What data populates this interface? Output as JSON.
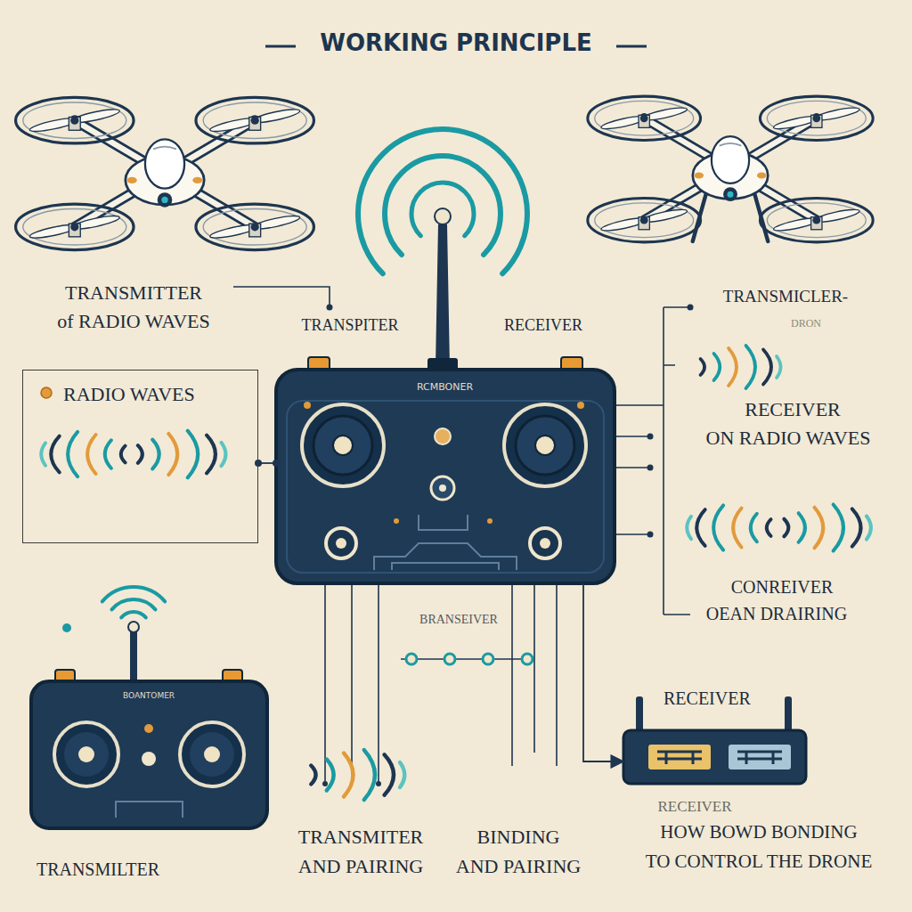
{
  "diagram": {
    "title": "WORKING PRINCIPLE",
    "nodes": [
      {
        "text": [
          "RADIO WAVES"
        ]
      },
      {
        "text": [
          "RCMBONER"
        ]
      },
      {
        "text": [
          "BOANTOMER"
        ]
      },
      {
        "text": [
          "RECEIVER"
        ]
      }
    ],
    "edges": [
      {
        "from": 0,
        "to": 1,
        "arrow": "none"
      },
      {
        "from": 1,
        "to": 3,
        "arrow": "to"
      }
    ],
    "labels": [
      "TRANSMITTER",
      "of RADIO WAVES",
      "TRANSPITER",
      "RECEIVER",
      "TRANSMICLER-",
      "DRON",
      "RECEIVER",
      "ON RADIO WAVES",
      "CONREIVER",
      "OEAN DRAIRING",
      "BRANSEIVER",
      "RECEIVER",
      "HOW BOWD BONDING",
      "TO CONTROL THE DRONE",
      "TRANSMILTER",
      "TRANSMITER",
      "AND PAIRING",
      "BINDING",
      "AND PAIRING"
    ]
  }
}
